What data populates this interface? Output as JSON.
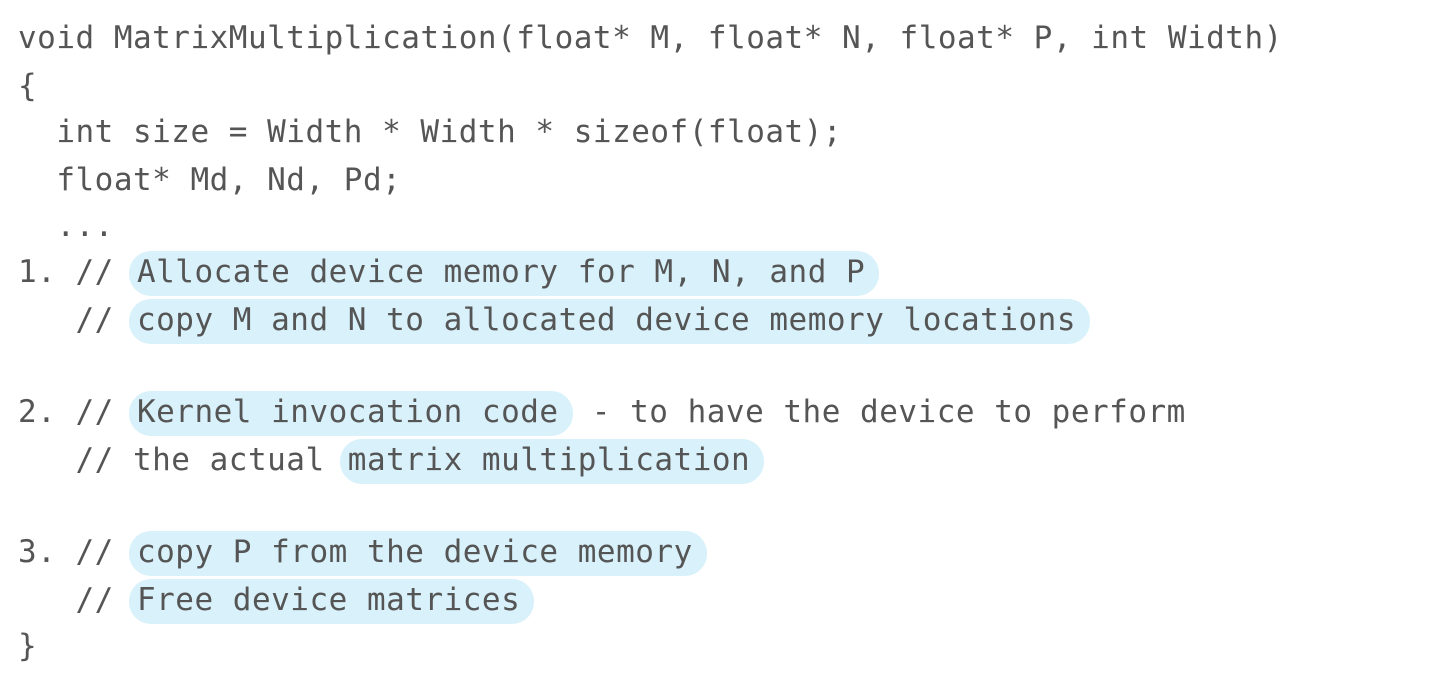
{
  "code": {
    "line1": "void MatrixMultiplication(float* M, float* N, float* P, int Width)",
    "line2": "{",
    "line3": "  int size = Width * Width * sizeof(float);",
    "line4": "  float* Md, Nd, Pd;",
    "line5": "  ...",
    "step1": {
      "prefix_a": "1. // ",
      "highlight_a": "Allocate device memory for M, N, and P",
      "prefix_b": "   // ",
      "highlight_b": "copy M and N to allocated device memory locations"
    },
    "step2": {
      "prefix_a": "2. // ",
      "highlight_a": "Kernel invocation code",
      "suffix_a": " - to have the device to perform",
      "prefix_b": "   // the actual ",
      "highlight_b": "matrix multiplication"
    },
    "step3": {
      "prefix_a": "3. // ",
      "highlight_a": "copy P from the device memory",
      "prefix_b": "   // ",
      "highlight_b": "Free device matrices"
    },
    "line_end": "}"
  },
  "colors": {
    "highlight": "#d8f1fa",
    "text": "#555555"
  }
}
